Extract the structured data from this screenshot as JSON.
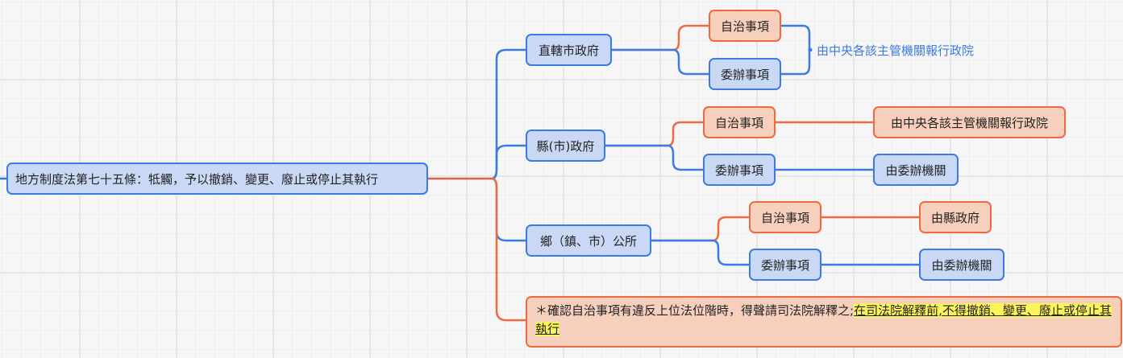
{
  "diagram": {
    "root": "地方制度法第七十五條：牴觸，予以撤銷、變更、廢止或停止其執行",
    "branches": [
      {
        "label": "直轄市政府",
        "items": [
          {
            "label": "自治事項"
          },
          {
            "label": "委辦事項"
          }
        ],
        "shared_target": "由中央各該主管機關報行政院"
      },
      {
        "label": "縣(市)政府",
        "items": [
          {
            "label": "自治事項",
            "target": "由中央各該主管機關報行政院"
          },
          {
            "label": "委辦事項",
            "target": "由委辦機關"
          }
        ]
      },
      {
        "label": "鄉（鎮、市）公所",
        "items": [
          {
            "label": "自治事項",
            "target": "由縣政府"
          },
          {
            "label": "委辦事項",
            "target": "由委辦機關"
          }
        ]
      }
    ],
    "note": {
      "text": "＊確認自治事項有違反上位法位階時，得聲請司法院解釋之;",
      "highlight": "在司法院解釋前,不得撤銷、變更、廢止或停止其執行"
    }
  },
  "colors": {
    "blue_border": "#3d7be0",
    "blue_fill": "#c9d9f5",
    "orange_border": "#ef6a41",
    "orange_fill": "#f7cfbd",
    "highlight": "#fdf35b"
  }
}
